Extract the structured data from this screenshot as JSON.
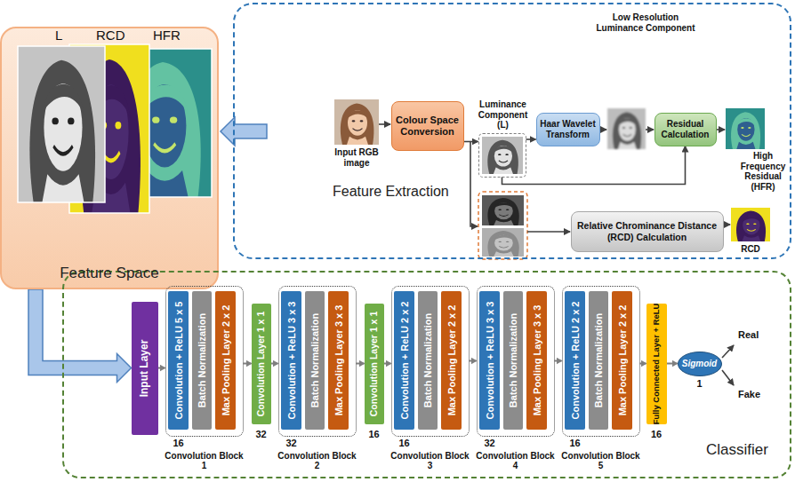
{
  "diagram": {
    "nodes": [
      {
        "text": [
          "Feature Space"
        ]
      },
      {
        "text": [
          "Feature Extraction"
        ]
      },
      {
        "text": [
          "Colour Space Conversion"
        ],
        "in": 1
      },
      {
        "text": [
          "Luminance Component (L)"
        ],
        "in": 1
      },
      {
        "text": [
          "Haar Wavelet Transform"
        ],
        "in": 1
      },
      {
        "text": [
          "Residual Calculation"
        ],
        "in": 1
      },
      {
        "text": [
          "Relative Chrominance Distance (RCD) Calculation"
        ],
        "in": 1
      },
      {
        "text": [
          "Classifier"
        ]
      },
      {
        "text": [
          "Input Layer"
        ],
        "in": 7
      },
      {
        "text": [
          "16",
          "Convolution Block 1"
        ],
        "in": 7
      },
      {
        "text": [
          "Convolution + ReLU 5 x 5"
        ],
        "in": 9
      },
      {
        "text": [
          "Batch Normalization"
        ],
        "in": 9
      },
      {
        "text": [
          "Max Pooling Layer 2 x 2"
        ],
        "in": 9
      },
      {
        "text": [
          "Convolution Layer 1 x 1",
          "32"
        ],
        "in": 7
      },
      {
        "text": [
          "32",
          "Convolution Block 2"
        ],
        "in": 7
      },
      {
        "text": [
          "Convolution + ReLU 3 x 3"
        ],
        "in": 14
      },
      {
        "text": [
          "Batch Normalization"
        ],
        "in": 14
      },
      {
        "text": [
          "Max Pooling Layer 3 x 3"
        ],
        "in": 14
      },
      {
        "text": [
          "Convolution Layer 1 x 1",
          "16"
        ],
        "in": 7
      },
      {
        "text": [
          "16",
          "Convolution Block 3"
        ],
        "in": 7
      },
      {
        "text": [
          "Convolution + ReLU 2 x 2"
        ],
        "in": 19
      },
      {
        "text": [
          "Batch Normalization"
        ],
        "in": 19
      },
      {
        "text": [
          "Max Pooling Layer 2 x 2"
        ],
        "in": 19
      },
      {
        "text": [
          "32",
          "Convolution Block 4"
        ],
        "in": 7
      },
      {
        "text": [
          "Convolution + ReLU 3 x 3"
        ],
        "in": 23
      },
      {
        "text": [
          "Batch Normalization"
        ],
        "in": 23
      },
      {
        "text": [
          "Max Pooling Layer 3 x 3"
        ],
        "in": 23
      },
      {
        "text": [
          "16",
          "Convolution Block 5"
        ],
        "in": 7
      },
      {
        "text": [
          "Convolution + ReLU 2 x 2"
        ],
        "in": 27
      },
      {
        "text": [
          "Batch Normalization"
        ],
        "in": 27
      },
      {
        "text": [
          "Max Pooling Layer 2 x 2"
        ],
        "in": 27
      },
      {
        "text": [
          "Fully Connected Layer + ReLU",
          "16"
        ],
        "in": 7
      },
      {
        "text": [
          "Sigmoid",
          "1"
        ],
        "in": 7
      }
    ],
    "edges": [
      {
        "from": 1,
        "to": 0,
        "arrow": "to"
      },
      {
        "from": 0,
        "to": 8,
        "arrow": "to"
      },
      {
        "from": 2,
        "to": 3,
        "arrow": "to"
      },
      {
        "from": 3,
        "to": 4,
        "arrow": "to"
      },
      {
        "from": 3,
        "to": 5,
        "arrow": "to"
      },
      {
        "from": 8,
        "to": 9,
        "arrow": "to"
      },
      {
        "from": 9,
        "to": 13,
        "arrow": "to"
      },
      {
        "from": 13,
        "to": 14,
        "arrow": "to"
      },
      {
        "from": 14,
        "to": 18,
        "arrow": "to"
      },
      {
        "from": 18,
        "to": 19,
        "arrow": "to"
      },
      {
        "from": 19,
        "to": 23,
        "arrow": "to"
      },
      {
        "from": 23,
        "to": 27,
        "arrow": "to"
      },
      {
        "from": 27,
        "to": 31,
        "arrow": "to"
      },
      {
        "from": 31,
        "to": 32,
        "arrow": "to"
      }
    ],
    "labels": [
      "L",
      "RCD",
      "HFR",
      "Input RGB image",
      "Low Resolution Luminance Component",
      "High Frequency Residual (HFR)",
      "RCD",
      "Real",
      "Fake"
    ]
  }
}
